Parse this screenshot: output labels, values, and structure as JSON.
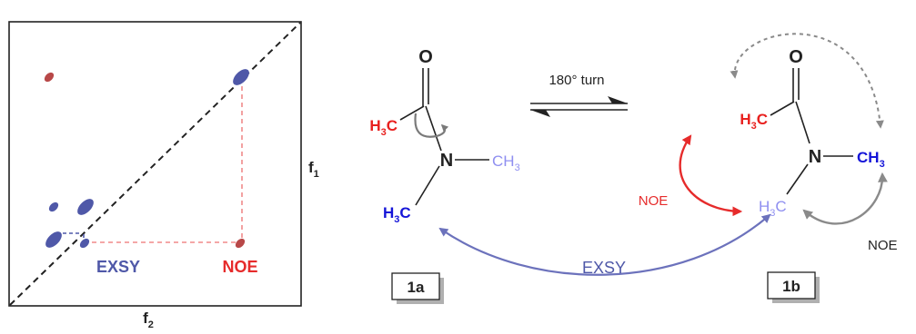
{
  "colors": {
    "red": "#e8201e",
    "dark_blue": "#1515d8",
    "light_blue": "#8f8ff0",
    "spot_blue": "#4f58a8",
    "spot_red": "#b84848",
    "exsy_arrow": "#6c72bc",
    "noe_red": "#e62b2b",
    "gray": "#7a7a7a",
    "black": "#222222",
    "box_shadow": "#b0b0b0"
  },
  "spectrum": {
    "axis_f1": {
      "main": "f",
      "sub": "1"
    },
    "axis_f2": {
      "main": "f",
      "sub": "2"
    },
    "label_exsy": "EXSY",
    "label_noe": "NOE"
  },
  "structure_1a": {
    "o": "O",
    "n": "N",
    "acetyl_methyl": {
      "a": "H",
      "sub": "3",
      "b": "C"
    },
    "n_methyl_right": {
      "a": "CH",
      "sub": "3"
    },
    "n_methyl_lower": {
      "a": "H",
      "sub": "3",
      "b": "C"
    },
    "box_label": "1a"
  },
  "structure_1b": {
    "o": "O",
    "n": "N",
    "acetyl_methyl": {
      "a": "H",
      "sub": "3",
      "b": "C"
    },
    "n_methyl_right": {
      "a": "CH",
      "sub": "3"
    },
    "n_methyl_lower": {
      "a": "H",
      "sub": "3",
      "b": "C"
    },
    "box_label": "1b",
    "noe_left": "NOE",
    "noe_right": "NOE"
  },
  "equilibrium_label": "180° turn",
  "exchange_label": "EXSY"
}
